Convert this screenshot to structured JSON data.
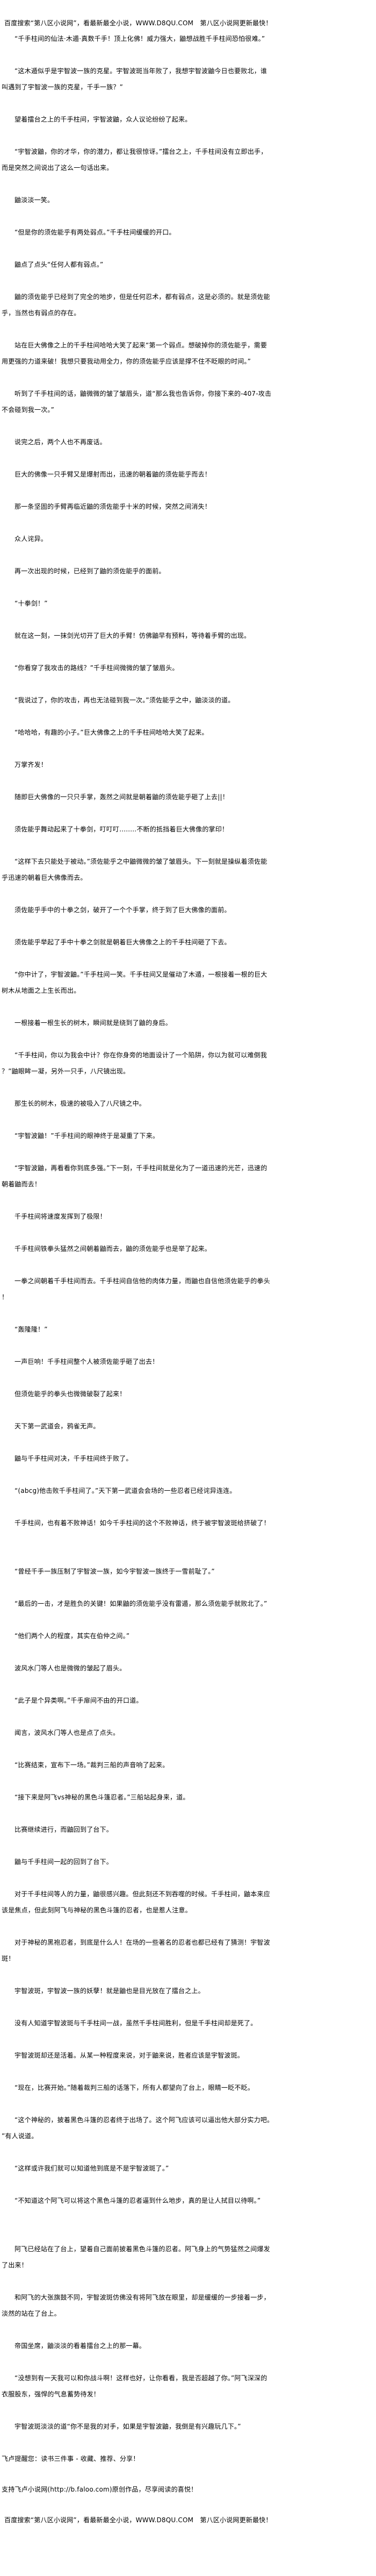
{
  "header": {
    "banner": "百度搜索“第八区小说网”，看最新最全小说，WWW.D8QU.COM　第八区小说网更新最快！"
  },
  "paragraphs": [
    "“千手柱间的仙法·木遁·真数千手！顶上化佛！威力强大，鼬想战胜千手柱间恐怕很难。”",
    "“这木遁似乎是宇智波一族的克星。宇智波斑当年败了，我想宇智波鼬今日也要败北，谁叫遇到了宇智波一族的克星，千手一族？”",
    "望着擂台之上的千手柱间，宇智波鼬，众人议论纷纷了起来。",
    "“宇智波鼬，你的才华，你的潜力，都让我很惊讶。”擂台之上，千手柱间没有立即出手，而是突然之间说出了这么一句话出来。",
    "鼬淡淡一笑。",
    "“但是你的须佐能乎有两处弱点。”千手柱间缓缓的开口。",
    "鼬点了点头“任何人都有弱点。”",
    "鼬的须佐能乎已经到了完全的地步，但是任何忍术，都有弱点，这是必须的。就是须佐能乎，当然也有弱点的存在。",
    "站在巨大佛像之上的千手柱间哈哈大笑了起来“第一个弱点。想破掉你的须佐能乎，需要用更强的力道来破！我想只要我动用全力，你的须佐能乎应该是撑不住不眨眼的时间。”",
    "听到了千手柱间的话，鼬微微的皱了皱眉头，道“那么我也告诉你，你接下来的-407-攻击不会碰到我一次。”",
    "说完之后，两个人也不再废话。",
    "巨大的佛像一只手臂又是爆射而出，迅速的朝着鼬的须佐能乎而去！",
    "那一条坚固的手臂再临近鼬的须佐能乎十米的时候，突然之间消失！",
    "众人诧异。",
    "再一次出现的时候，已经到了鼬的须佐能乎的面前。",
    "“十拳剑！”",
    "就在这一刻，一抹剑光切开了巨大的手臂！仿佛鼬早有预料，等待着手臂的出现。",
    "“你看穿了我攻击的路线？”千手柱间微微的皱了皱眉头。",
    "“我说过了，你的攻击，再也无法碰到我一次。”须佐能乎之中，鼬淡淡的道。",
    "“哈哈哈，有趣的小子。”巨大佛像之上的千手柱间哈哈大笑了起来。",
    "万掌齐发！",
    "随即巨大佛像的一只只手掌，轰然之间就是朝着鼬的须佐能乎砸了上去||！",
    "须佐能乎舞动起来了十拳剑，叮叮叮........不断的抵挡着巨大佛像的掌印！",
    "“这样下去只能处于被动。”须佐能乎之中鼬微微的皱了皱眉头。下一刻就是操纵着须佐能乎迅速的朝着巨大佛像而去。",
    "须佐能乎手中的十拳之剑，破开了一个个手掌，终于到了巨大佛像的面前。",
    "须佐能乎举起了手中十拳之剑就是朝着巨大佛像之上的千手柱间砸了下去。",
    "“你中计了，宇智波鼬。”千手柱间一笑。千手柱间又是催动了木遁，一根接着一根的巨大树木从地面之上生长而出。",
    "一根接着一根生长的树木，瞬间就是绕到了鼬的身后。",
    "“千手柱间，你以为我会中计？你在你身旁的地面设计了一个陷阱，你以为就可以难倒我？”鼬眼眸一凝，另外一只手，八尺镜出现。",
    "那生长的树木，极速的被吸入了八尺镜之中。",
    "“宇智波鼬！”千手柱间的眼神终于是凝重了下来。",
    "“宇智波鼬，再看看你到底多强。”下一刻，千手柱间就是化为了一道迅速的光芒，迅速的朝着鼬而去！",
    "千手柱间将速度发挥到了极限！",
    "千手柱间铁拳头猛然之间朝着鼬而去，鼬的须佐能乎也是举了起来。",
    "一拳之间朝着千手柱间而去。千手柱间自信他的肉体力量，而鼬也自信他须佐能乎的拳头！",
    "“轰隆隆！”",
    "一声巨响！千手柱间整个人被须佐能乎砸了出去！",
    "但须佐能乎的拳头也微微破裂了起来！",
    "天下第一武道会，鸦雀无声。",
    "鼬与千手柱间对决，千手柱间终于败了。",
    "“(abcg)他击败千手柱间了。”天下第一武道会会场的一些忍者已经诧异连连。",
    "千手柱间，也有着不败神话！如今千手柱间的这个不败神话，终于被宇智波斑给挤破了！",
    "“曾经千手一族压制了宇智波一族，如今宇智波一族终于一雪前耻了。”",
    "“最后的一击，才是胜负的关键！如果鼬的须佐能乎没有雷遁，那么须佐能乎就败北了。”",
    "“他们两个人的程度，其实在伯仲之间。”",
    "波风水门等人也是微微的皱起了眉头。",
    "“此子是个异类啊。”千手扉间不由的开口道。",
    "闻言，波风水门等人也是点了点头。",
    "“比赛结束，宣布下一场。”裁判三船的声音响了起来。",
    "“接下来是阿飞vs神秘的黑色斗篷忍者。”三船站起身来，道。",
    "比赛继续进行，而鼬回到了台下。",
    "鼬与千手柱间一起的回到了台下。",
    "对于千手柱间等人的力量，鼬很感兴趣。但此刻还不到吞噬的时候。千手柱间，鼬本来应该是焦点，但此刻阿飞与神秘的黑色斗篷的忍者，也是惹人注意。",
    "对于神秘的黑袍忍者，到底是什么人！在场的一些著名的忍者也都已经有了猜测！宇智波斑！",
    "宇智波斑，宇智波一族的妖孽！就是鼬也是目光放在了擂台之上。",
    "没有人知道宇智波斑与千手柱间一战，虽然千手柱间胜利，但是千手柱间却是死了。",
    "宇智波斑却还是活着。从某一种程度来说，对于鼬来说，胜者应该是宇智波斑。",
    "“现在，比赛开始。”随着裁判三船的话落下，所有人都望向了台上，眼睛一眨不眨。",
    "“这个神秘的，披着黑色斗篷的忍者终于出场了。这个阿飞应该可以逼出他大部分实力吧。”有人说道。",
    "“这样或许我们就可以知道他到底是不是宇智波斑了。”",
    "“不知道这个阿飞可以将这个黑色斗篷的忍者逼到什么地步，真的是让人拭目以待啊。”",
    "阿飞已经站在了台上，望着自己面前披着黑色斗篷的忍者。阿飞身上的气势猛然之间爆发了出来！",
    "和阿飞的大张旗鼓不同，宇智波斑仿佛没有将阿飞放在眼里，却是缓缓的一步接着一步，淡然的站在了台上。",
    "帝国坐席，鼬淡淡的看着擂台之上的那一幕。",
    "“没想到有一天我可以和你战斗啊！这样也好，让你看看，我是否超越了你。”阿飞深深的衣服股东，强悍的气息蓄势待发！",
    "宇智波斑淡淡的道“你不是我的对手，如果是宇智波鼬，我倒是有兴趣玩几下。”"
  ],
  "footer": {
    "reminder": "飞卢提醒您：读书三件事 - 收藏、推荐、分享！",
    "support": "支持飞卢小说网(http://b.faloo.com)原创作品，尽享阅读的喜悦！",
    "banner": "百度搜索“第八区小说网”，看最新最全小说，WWW.D8QU.COM　第八区小说网更新最快！"
  }
}
